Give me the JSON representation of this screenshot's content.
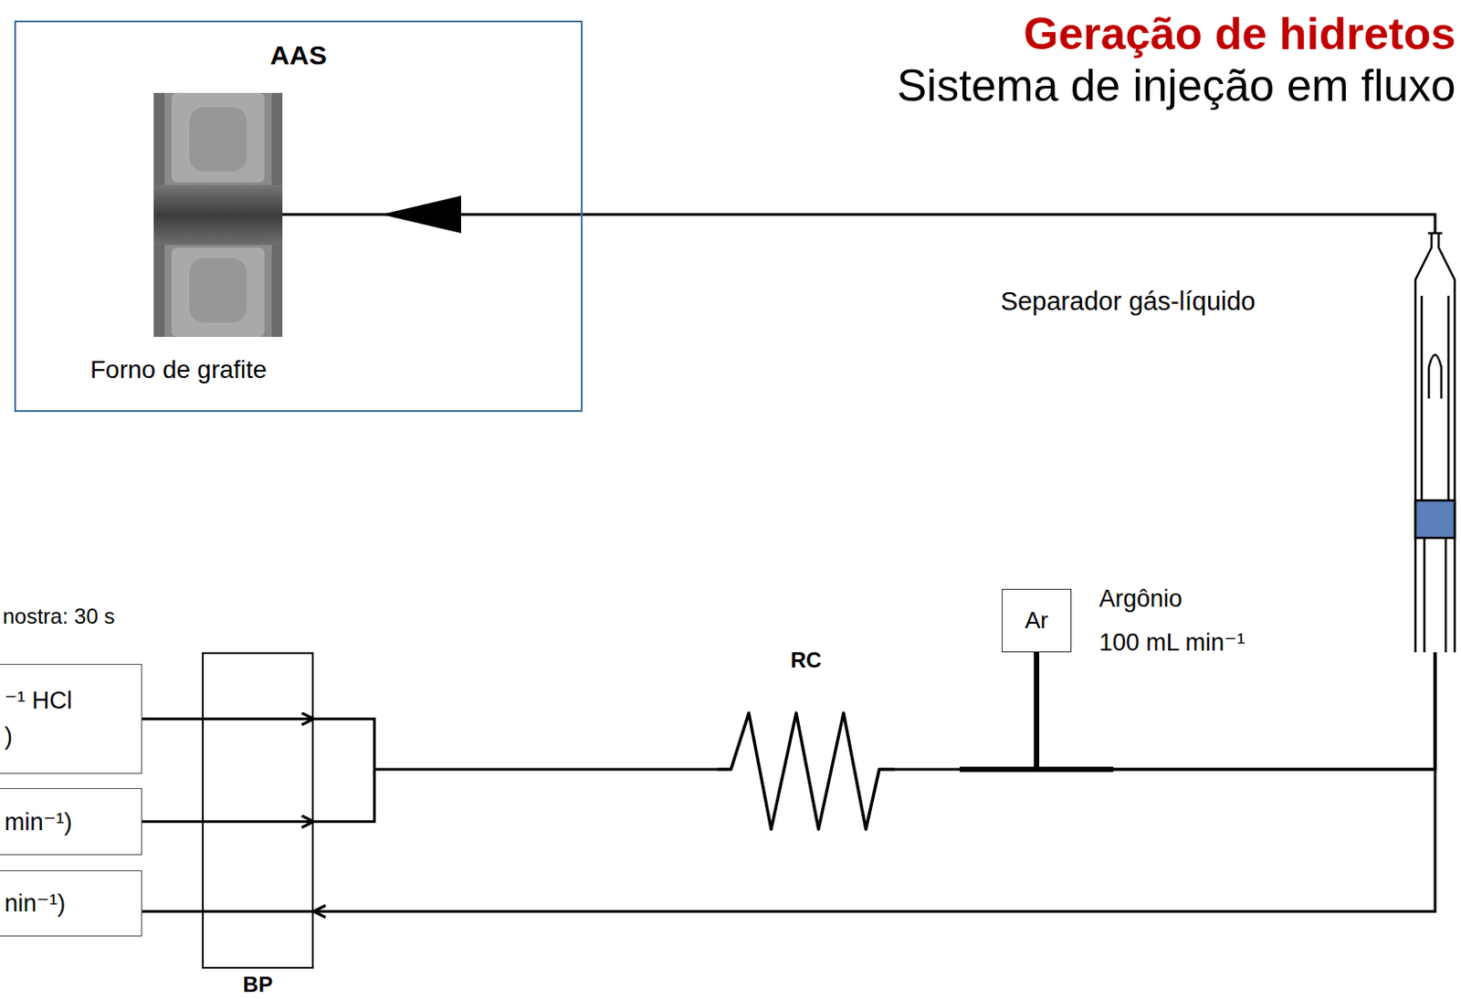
{
  "diagram": {
    "title": "Geração de hidretos",
    "nodes": [
      {
        "text": [
          "AAS"
        ]
      },
      {
        "text": [
          "Forno de grafite"
        ],
        "in": 0
      },
      {
        "text": [
          "Separador gás-líquido"
        ]
      },
      {
        "text": [
          "⁻¹ HCl )"
        ]
      },
      {
        "text": [
          "min⁻¹)"
        ]
      },
      {
        "text": [
          "nin⁻¹)"
        ]
      },
      {
        "text": [
          "BP"
        ]
      },
      {
        "text": [
          "RC"
        ]
      },
      {
        "text": [
          "Ar"
        ]
      }
    ],
    "edges": [
      {
        "from": 2,
        "to": 1,
        "arrow": "to"
      },
      {
        "from": 3,
        "to": 6,
        "arrow": "to"
      },
      {
        "from": 4,
        "to": 6,
        "arrow": "to"
      },
      {
        "from": 6,
        "to": 7,
        "arrow": "none"
      },
      {
        "from": 7,
        "to": 2,
        "arrow": "none"
      },
      {
        "from": 8,
        "to": 2,
        "arrow": "none"
      },
      {
        "from": 2,
        "to": 6,
        "arrow": "to"
      },
      {
        "from": 6,
        "to": 5,
        "arrow": "none"
      }
    ],
    "labels": [
      "Sistema de injeção em fluxo",
      "nostra: 30 s",
      "Argônio",
      "100 mL min⁻¹"
    ]
  }
}
